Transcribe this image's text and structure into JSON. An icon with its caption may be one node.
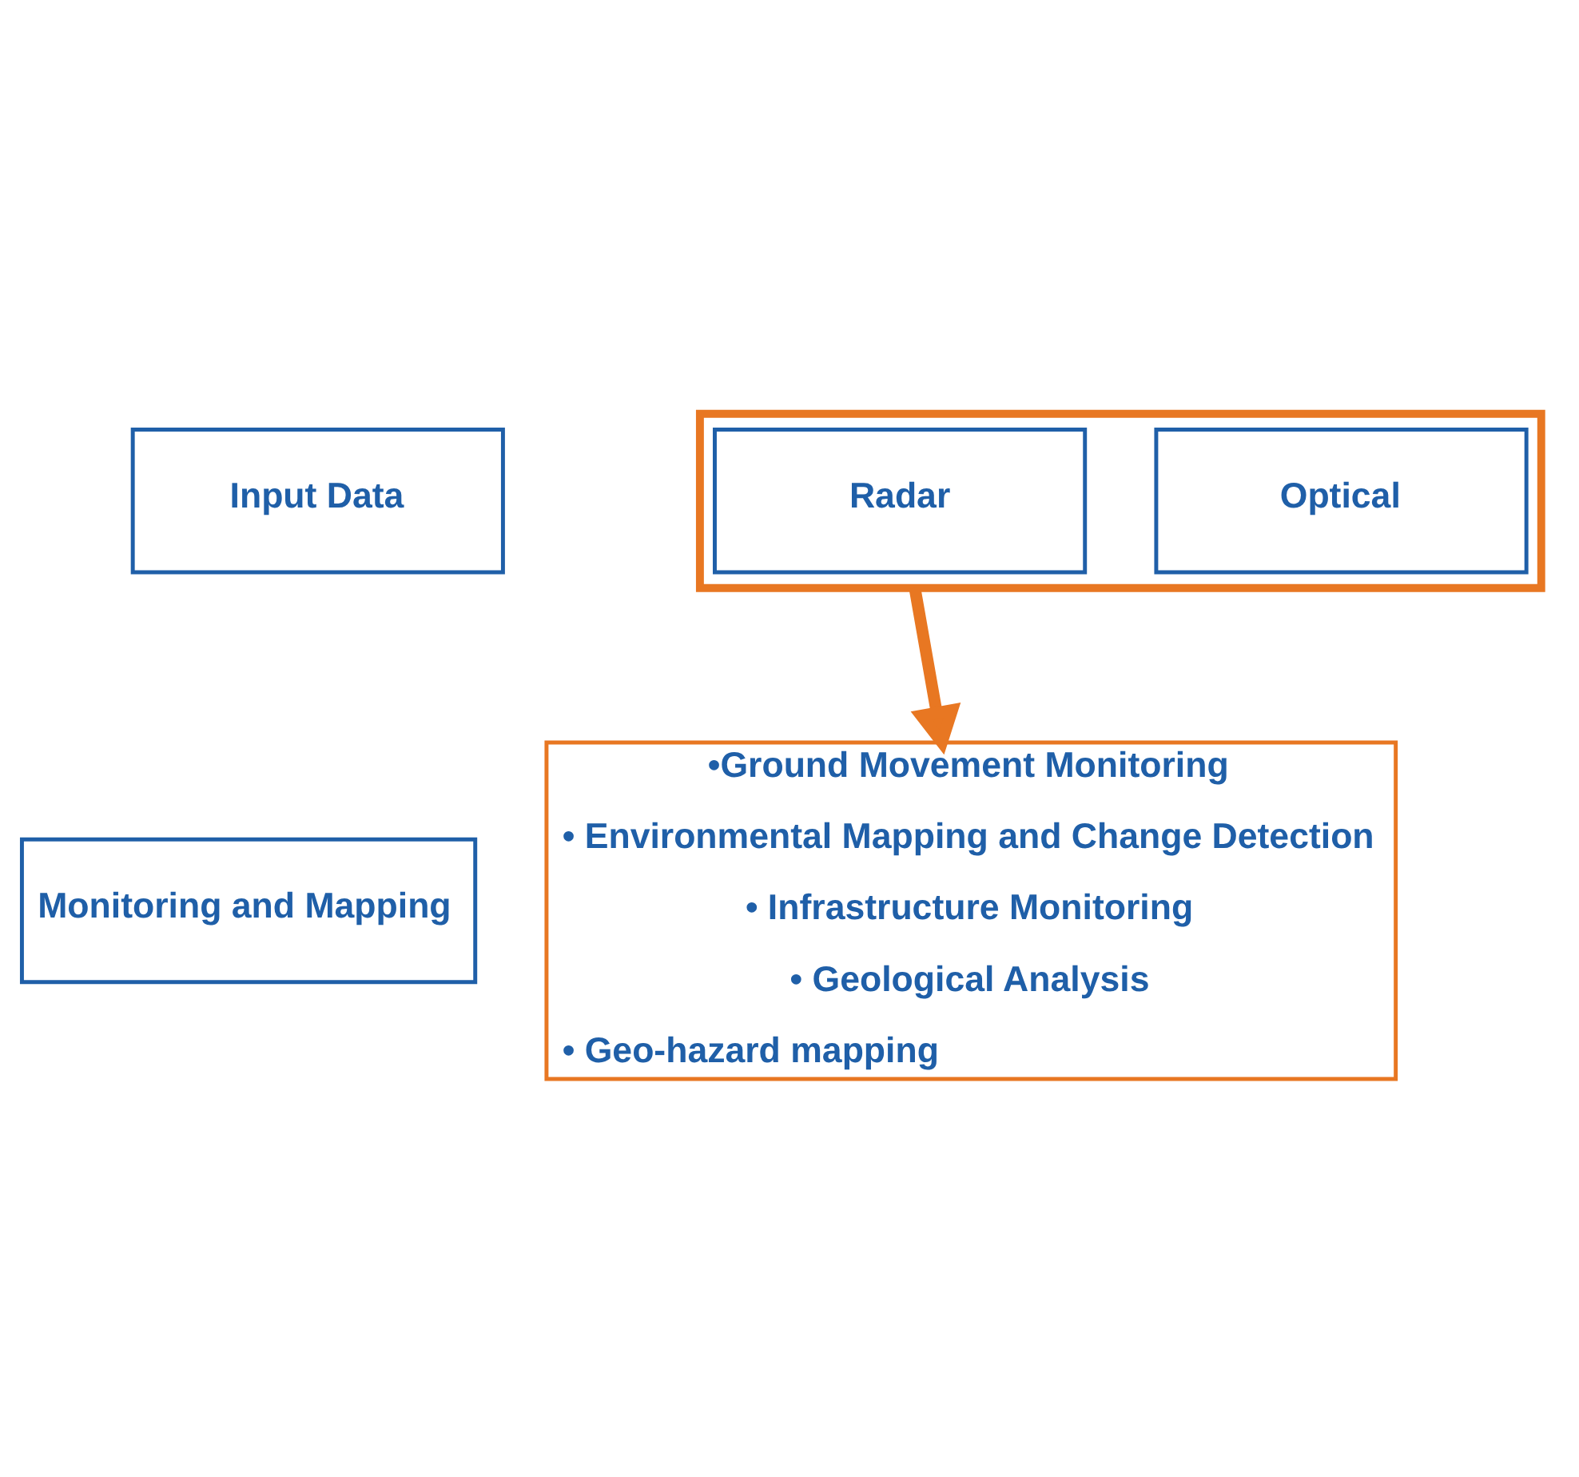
{
  "diagram": {
    "nodes": [
      {
        "text": [
          "Input Data"
        ]
      },
      {
        "text": [],
        "shape": "box"
      },
      {
        "text": [
          "Radar"
        ],
        "in": 1
      },
      {
        "text": [
          "Optical"
        ],
        "in": 1
      },
      {
        "text": [
          "•Ground Movement Monitoring",
          "• Environmental Mapping and Change Detection",
          "• Infrastructure Monitoring",
          "• Geological Analysis",
          "• Geo-hazard mapping"
        ]
      },
      {
        "text": [
          "Monitoring and Mapping"
        ]
      }
    ],
    "edges": [
      {
        "from": 1,
        "to": 4,
        "arrow": "to",
        "color": "#e87722"
      }
    ]
  }
}
